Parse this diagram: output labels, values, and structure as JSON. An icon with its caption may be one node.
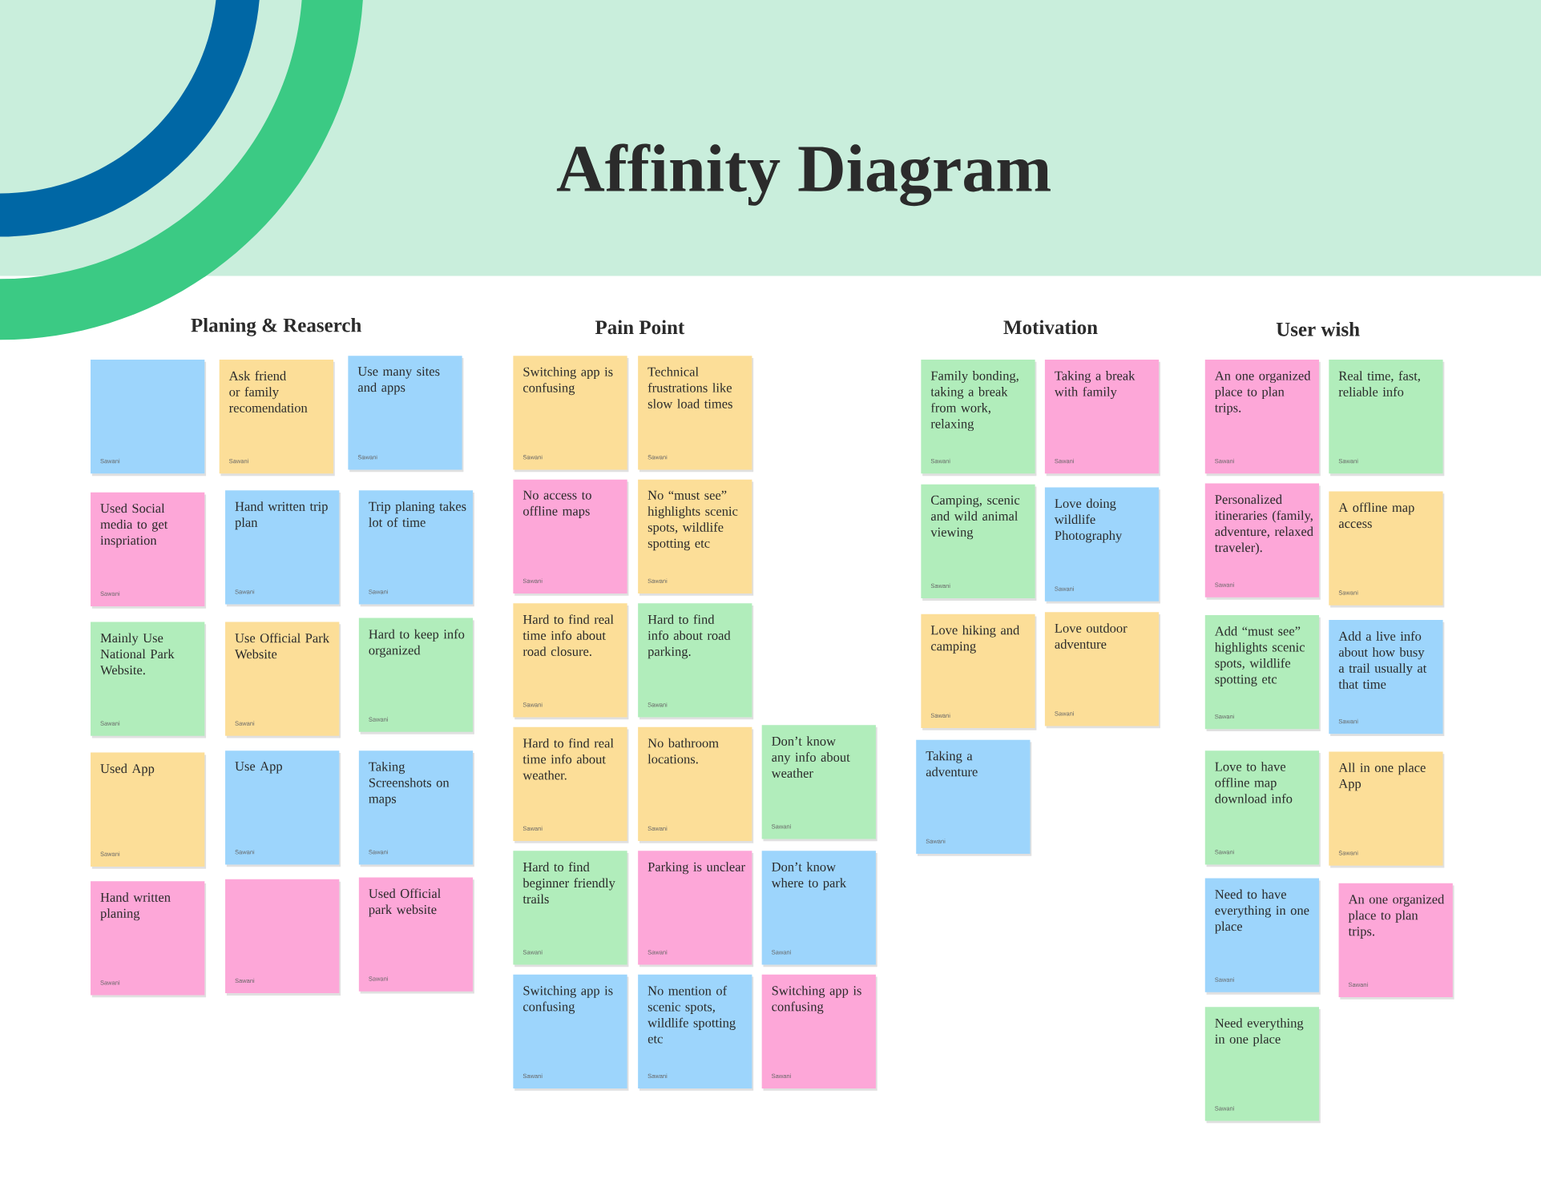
{
  "diagram": {
    "title": "Affinity Diagram",
    "nodes": [
      {
        "text": [
          "Sawani"
        ]
      },
      {
        "text": [
          "Ask friend or family recomendation",
          "Sawani"
        ]
      },
      {
        "text": [
          "Use many sites and apps",
          "Sawani"
        ]
      },
      {
        "text": [
          "Used Social media to get inspriation",
          "Sawani"
        ]
      },
      {
        "text": [
          "Hand written trip plan",
          "Sawani"
        ]
      },
      {
        "text": [
          "Trip planing takes lot of time",
          "Sawani"
        ]
      },
      {
        "text": [
          "Mainly Use National Park Website.",
          "Sawani"
        ]
      },
      {
        "text": [
          "Use Official Park Website",
          "Sawani"
        ]
      },
      {
        "text": [
          "Hard to keep info organized",
          "Sawani"
        ]
      },
      {
        "text": [
          "Used App",
          "Sawani"
        ]
      },
      {
        "text": [
          "Use App",
          "Sawani"
        ]
      },
      {
        "text": [
          "Taking Screenshots on maps",
          "Sawani"
        ]
      },
      {
        "text": [
          "Hand written planing",
          "Sawani"
        ]
      },
      {
        "text": [
          "Sawani"
        ]
      },
      {
        "text": [
          "Used Official park website",
          "Sawani"
        ]
      },
      {
        "text": [
          "Switching app is confusing",
          "Sawani"
        ]
      },
      {
        "text": [
          "Technical frustrations like slow load times",
          "Sawani"
        ]
      },
      {
        "text": [
          "No access to offline maps",
          "Sawani"
        ]
      },
      {
        "text": [
          "No “must see” highlights scenic spots, wildlife spotting etc",
          "Sawani"
        ]
      },
      {
        "text": [
          "Hard to find real time info about road closure.",
          "Sawani"
        ]
      },
      {
        "text": [
          "Hard to find  info about road parking.",
          "Sawani"
        ]
      },
      {
        "text": [
          "Hard to find real time info about weather.",
          "Sawani"
        ]
      },
      {
        "text": [
          "No bathroom locations.",
          "Sawani"
        ]
      },
      {
        "text": [
          "Don’t know any info about weather",
          "Sawani"
        ]
      },
      {
        "text": [
          "Hard to find beginner friendly trails",
          "Sawani"
        ]
      },
      {
        "text": [
          "Parking is unclear",
          "Sawani"
        ]
      },
      {
        "text": [
          "Don’t know where to park",
          "Sawani"
        ]
      },
      {
        "text": [
          "Switching app is confusing",
          "Sawani"
        ]
      },
      {
        "text": [
          "No mention of scenic spots, wildlife spotting etc",
          "Sawani"
        ]
      },
      {
        "text": [
          "Switching app is confusing",
          "Sawani"
        ]
      },
      {
        "text": [
          "Family bonding, taking a break from work, relaxing",
          "Sawani"
        ]
      },
      {
        "text": [
          "Taking  a break with family",
          "Sawani"
        ]
      },
      {
        "text": [
          "Camping, scenic and wild animal viewing",
          "Sawani"
        ]
      },
      {
        "text": [
          "Love doing wildlife Photography",
          "Sawani"
        ]
      },
      {
        "text": [
          "Love hiking and camping",
          "Sawani"
        ]
      },
      {
        "text": [
          "Love outdoor adventure",
          "Sawani"
        ]
      },
      {
        "text": [
          "Taking a adventure",
          "Sawani"
        ]
      },
      {
        "text": [
          "An one organized place to plan trips.",
          "Sawani"
        ]
      },
      {
        "text": [
          "Real time, fast, reliable info",
          "Sawani"
        ]
      },
      {
        "text": [
          "Personalized itineraries (family, adventure, relaxed traveler).",
          "Sawani"
        ]
      },
      {
        "text": [
          "A  offline map access",
          "Sawani"
        ]
      },
      {
        "text": [
          "Add “must see” highlights scenic spots, wildlife spotting etc",
          "Sawani"
        ]
      },
      {
        "text": [
          "Add a live info about how busy a trail usually at that time",
          "Sawani"
        ]
      },
      {
        "text": [
          "Love to have offline map download info",
          "Sawani"
        ]
      },
      {
        "text": [
          "All in one place App",
          "Sawani"
        ]
      },
      {
        "text": [
          "Need to have everything in one place",
          "Sawani"
        ]
      },
      {
        "text": [
          "An one organized place to plan trips.",
          "Sawani"
        ]
      },
      {
        "text": [
          "Need everything in one place",
          "Sawani"
        ]
      }
    ],
    "labels": [
      "Planing & Reaserch",
      "Pain Point",
      "Motivation",
      "User wish"
    ]
  }
}
